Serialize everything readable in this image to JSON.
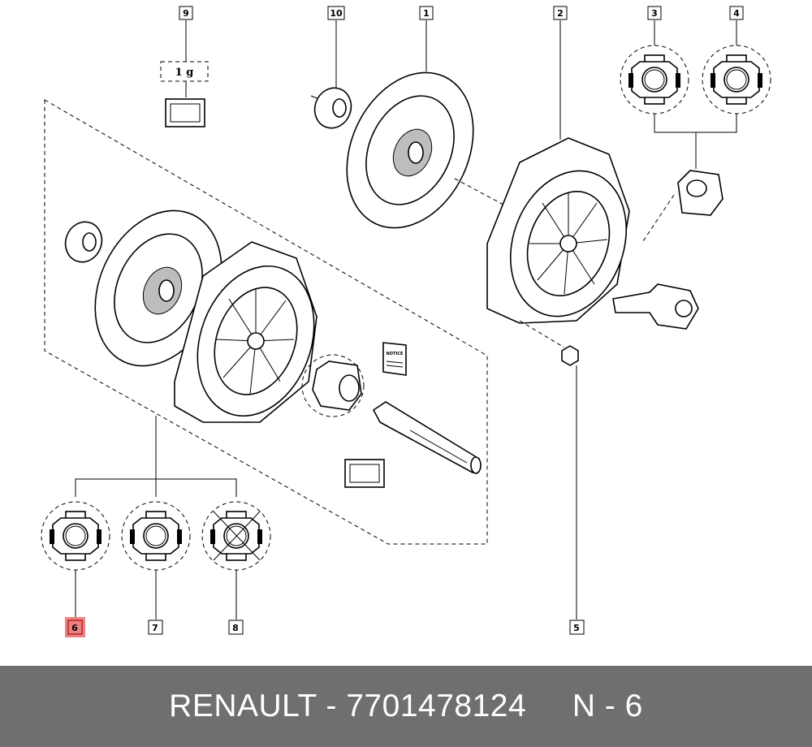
{
  "callouts": {
    "c1": "1",
    "c2": "2",
    "c3": "3",
    "c4": "4",
    "c5": "5",
    "c6": "6",
    "c7": "7",
    "c8": "8",
    "c9": "9",
    "c10": "10"
  },
  "highlighted_callout": "6",
  "grease_quantity": "1 g",
  "manual_label": "NOTICE",
  "footer": {
    "brand": "RENAULT",
    "part_number": "7701478124",
    "text": "RENAULT - 7701478124     N - 6"
  },
  "colors": {
    "highlight": "#f08080",
    "footer_bg": "#6f6f6f"
  }
}
